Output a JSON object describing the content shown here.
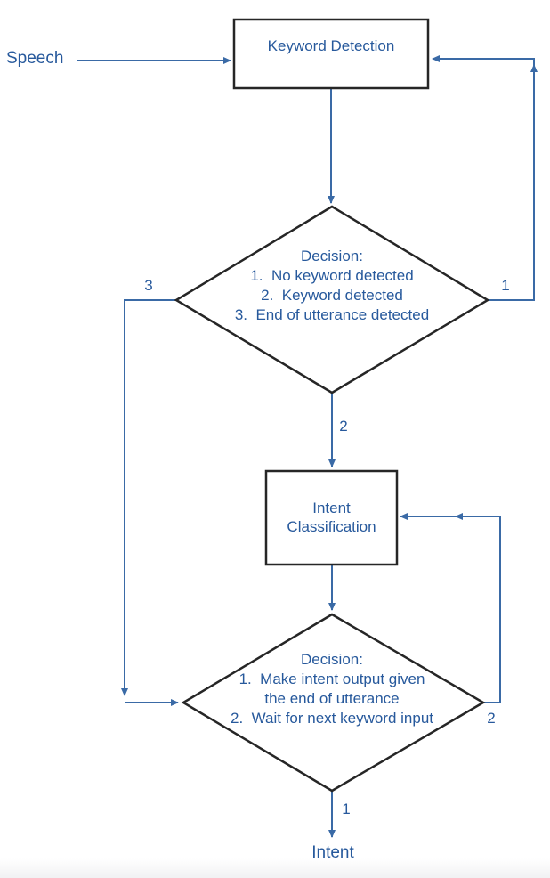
{
  "diagram": {
    "title_semantic": "keyword-spotting-intent-flowchart",
    "speech_label": "Speech",
    "intent_label": "Intent",
    "keyword_detection_box": "Keyword Detection",
    "intent_classification_box": "Intent Classification",
    "decision1": {
      "title": "Decision:",
      "items": [
        "1.  No keyword detected",
        "2.  Keyword detected",
        "3.  End of utterance detected"
      ]
    },
    "decision2": {
      "title": "Decision:",
      "items": [
        "1.  Make intent output given",
        "the end of utterance",
        "2.  Wait for next keyword input"
      ]
    },
    "edge_labels": {
      "d1_no_keyword_loop": "1",
      "d1_keyword_down": "2",
      "d1_end_of_utterance": "3",
      "d2_make_output_down": "1",
      "d2_wait_loop": "2"
    },
    "colors": {
      "line": "#3a6aa6",
      "text": "#27599c",
      "border": "#262626"
    }
  }
}
